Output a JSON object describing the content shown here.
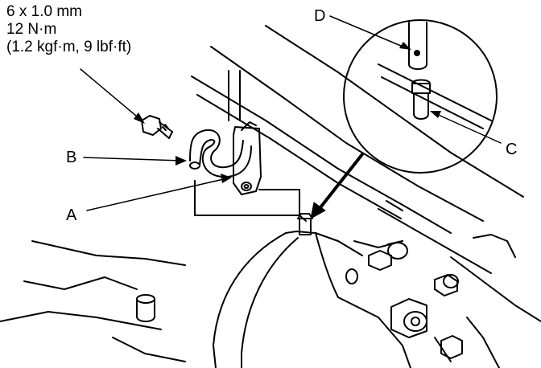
{
  "spec": {
    "line1": "6 x 1.0 mm",
    "line2": "12 N·m",
    "line3": "(1.2 kgf·m, 9 lbf·ft)"
  },
  "callouts": {
    "a": "A",
    "b": "B",
    "c": "C",
    "d": "D"
  },
  "colors": {
    "ink": "#000000",
    "paper": "#ffffff"
  }
}
